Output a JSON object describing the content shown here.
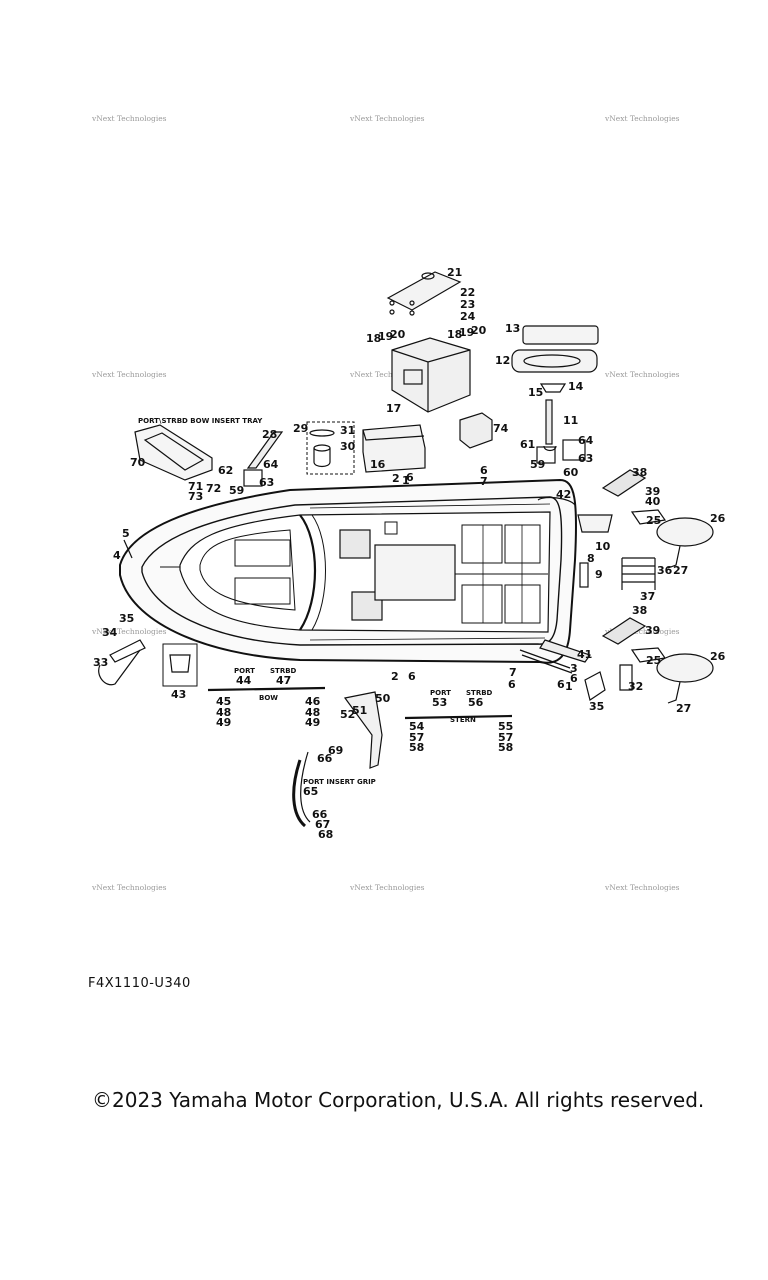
{
  "diagram": {
    "section_labels": {
      "bow_tray": "PORT\\STRBD BOW INSERT TRAY",
      "port_left": "PORT",
      "strbd_left": "STRBD",
      "bow": "BOW",
      "port_right": "PORT",
      "strbd_right": "STRBD",
      "stern": "STERN",
      "port_grip": "PORT INSERT GRIP"
    },
    "watermark_text": "vNext Technologies",
    "callouts": [
      {
        "id": "c21",
        "label": "21"
      },
      {
        "id": "c22",
        "label": "22"
      },
      {
        "id": "c23",
        "label": "23"
      },
      {
        "id": "c24",
        "label": "24"
      },
      {
        "id": "c18a",
        "label": "18"
      },
      {
        "id": "c19a",
        "label": "19"
      },
      {
        "id": "c20a",
        "label": "20"
      },
      {
        "id": "c18b",
        "label": "18"
      },
      {
        "id": "c19b",
        "label": "19"
      },
      {
        "id": "c20b",
        "label": "20"
      },
      {
        "id": "c13",
        "label": "13"
      },
      {
        "id": "c12",
        "label": "12"
      },
      {
        "id": "c15",
        "label": "15"
      },
      {
        "id": "c14",
        "label": "14"
      },
      {
        "id": "c17",
        "label": "17"
      },
      {
        "id": "c11",
        "label": "11"
      },
      {
        "id": "c74",
        "label": "74"
      },
      {
        "id": "c28",
        "label": "28"
      },
      {
        "id": "c29",
        "label": "29"
      },
      {
        "id": "c31",
        "label": "31"
      },
      {
        "id": "c30",
        "label": "30"
      },
      {
        "id": "c16",
        "label": "16"
      },
      {
        "id": "c70",
        "label": "70"
      },
      {
        "id": "c61",
        "label": "61"
      },
      {
        "id": "c64a",
        "label": "64"
      },
      {
        "id": "c59a",
        "label": "59"
      },
      {
        "id": "c60",
        "label": "60"
      },
      {
        "id": "c63a",
        "label": "63"
      },
      {
        "id": "c62",
        "label": "62"
      },
      {
        "id": "c64b",
        "label": "64"
      },
      {
        "id": "c71",
        "label": "71"
      },
      {
        "id": "c72",
        "label": "72"
      },
      {
        "id": "c73",
        "label": "73"
      },
      {
        "id": "c59b",
        "label": "59"
      },
      {
        "id": "c63b",
        "label": "63"
      },
      {
        "id": "c2a",
        "label": "2"
      },
      {
        "id": "c1a",
        "label": "1"
      },
      {
        "id": "c6a",
        "label": "6"
      },
      {
        "id": "c6b",
        "label": "6"
      },
      {
        "id": "c7a",
        "label": "7"
      },
      {
        "id": "c42",
        "label": "42"
      },
      {
        "id": "c38a",
        "label": "38"
      },
      {
        "id": "c39a",
        "label": "39"
      },
      {
        "id": "c40",
        "label": "40"
      },
      {
        "id": "c25a",
        "label": "25"
      },
      {
        "id": "c26a",
        "label": "26"
      },
      {
        "id": "c10",
        "label": "10"
      },
      {
        "id": "c5",
        "label": "5"
      },
      {
        "id": "c4",
        "label": "4"
      },
      {
        "id": "c8",
        "label": "8"
      },
      {
        "id": "c9",
        "label": "9"
      },
      {
        "id": "c36",
        "label": "36"
      },
      {
        "id": "c37",
        "label": "37"
      },
      {
        "id": "c27a",
        "label": "27"
      },
      {
        "id": "c38b",
        "label": "38"
      },
      {
        "id": "c39b",
        "label": "39"
      },
      {
        "id": "c25b",
        "label": "25"
      },
      {
        "id": "c26b",
        "label": "26"
      },
      {
        "id": "c27b",
        "label": "27"
      },
      {
        "id": "c41",
        "label": "41"
      },
      {
        "id": "c3",
        "label": "3"
      },
      {
        "id": "c6c",
        "label": "6"
      },
      {
        "id": "c1b",
        "label": "1"
      },
      {
        "id": "c6d",
        "label": "6"
      },
      {
        "id": "c7b",
        "label": "7"
      },
      {
        "id": "c6e",
        "label": "6"
      },
      {
        "id": "c2b",
        "label": "2"
      },
      {
        "id": "c6f",
        "label": "6"
      },
      {
        "id": "c32",
        "label": "32"
      },
      {
        "id": "c35a",
        "label": "35"
      },
      {
        "id": "c35b",
        "label": "35"
      },
      {
        "id": "c34",
        "label": "34"
      },
      {
        "id": "c33",
        "label": "33"
      },
      {
        "id": "c43",
        "label": "43"
      },
      {
        "id": "c44",
        "label": "44"
      },
      {
        "id": "c47",
        "label": "47"
      },
      {
        "id": "c45",
        "label": "45"
      },
      {
        "id": "c48a",
        "label": "48"
      },
      {
        "id": "c49a",
        "label": "49"
      },
      {
        "id": "c46",
        "label": "46"
      },
      {
        "id": "c48b",
        "label": "48"
      },
      {
        "id": "c49b",
        "label": "49"
      },
      {
        "id": "c50",
        "label": "50"
      },
      {
        "id": "c51",
        "label": "51"
      },
      {
        "id": "c52",
        "label": "52"
      },
      {
        "id": "c53",
        "label": "53"
      },
      {
        "id": "c56",
        "label": "56"
      },
      {
        "id": "c54",
        "label": "54"
      },
      {
        "id": "c57a",
        "label": "57"
      },
      {
        "id": "c58a",
        "label": "58"
      },
      {
        "id": "c55",
        "label": "55"
      },
      {
        "id": "c57b",
        "label": "57"
      },
      {
        "id": "c58b",
        "label": "58"
      },
      {
        "id": "c69",
        "label": "69"
      },
      {
        "id": "c66a",
        "label": "66"
      },
      {
        "id": "c65",
        "label": "65"
      },
      {
        "id": "c66b",
        "label": "66"
      },
      {
        "id": "c67",
        "label": "67"
      },
      {
        "id": "c68",
        "label": "68"
      }
    ]
  },
  "footer": {
    "part_code": "F4X1110-U340",
    "copyright": "©2023 Yamaha Motor Corporation, U.S.A. All rights reserved."
  }
}
